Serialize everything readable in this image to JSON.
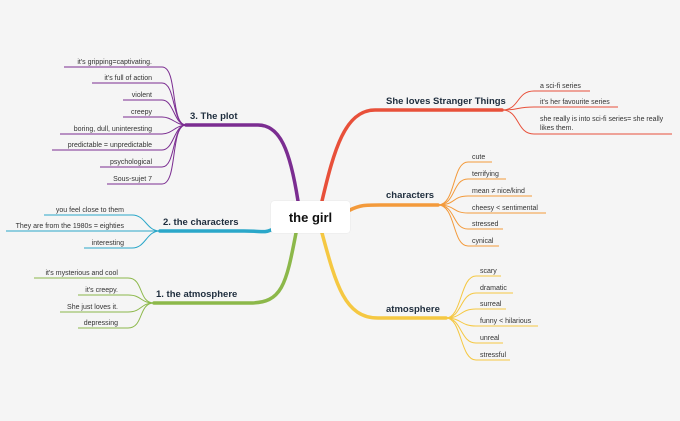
{
  "root": {
    "label": "the girl"
  },
  "branches": {
    "plot": {
      "label": "3. The plot",
      "color": "#7b2d91",
      "items": [
        "it's gripping=captivating.",
        "it's full of action",
        "violent",
        "creepy",
        "boring, dull, uninteresting",
        "predictable  = unpredictable",
        "psychological",
        "Sous-sujet 7"
      ]
    },
    "characters_left": {
      "label": "2. the characters",
      "color": "#2aa7c9",
      "items": [
        "you feel close to them",
        "They are from the 1980s = eighties",
        "interesting"
      ]
    },
    "atmosphere_left": {
      "label": "1. the atmosphere",
      "color": "#8cb84a",
      "items": [
        "it's mysterious and cool",
        "it's creepy.",
        "She just loves it.",
        "depressing"
      ]
    },
    "stranger_things": {
      "label": "She loves Stranger Things",
      "color": "#e8503a",
      "items": [
        "a sci-fi series",
        "it's her favourite series",
        "she really is into sci-fi series= she really likes them."
      ]
    },
    "characters_right": {
      "label": "characters",
      "color": "#f39a3b",
      "items": [
        "cute",
        "terrifying",
        "mean ≠ nice/kind",
        "cheesy < sentimental",
        "stressed",
        "cynical"
      ]
    },
    "atmosphere_right": {
      "label": "atmosphere",
      "color": "#f5c842",
      "items": [
        "scary",
        "dramatic",
        "surreal",
        "funny < hilarious",
        "unreal",
        "stressful"
      ]
    }
  }
}
